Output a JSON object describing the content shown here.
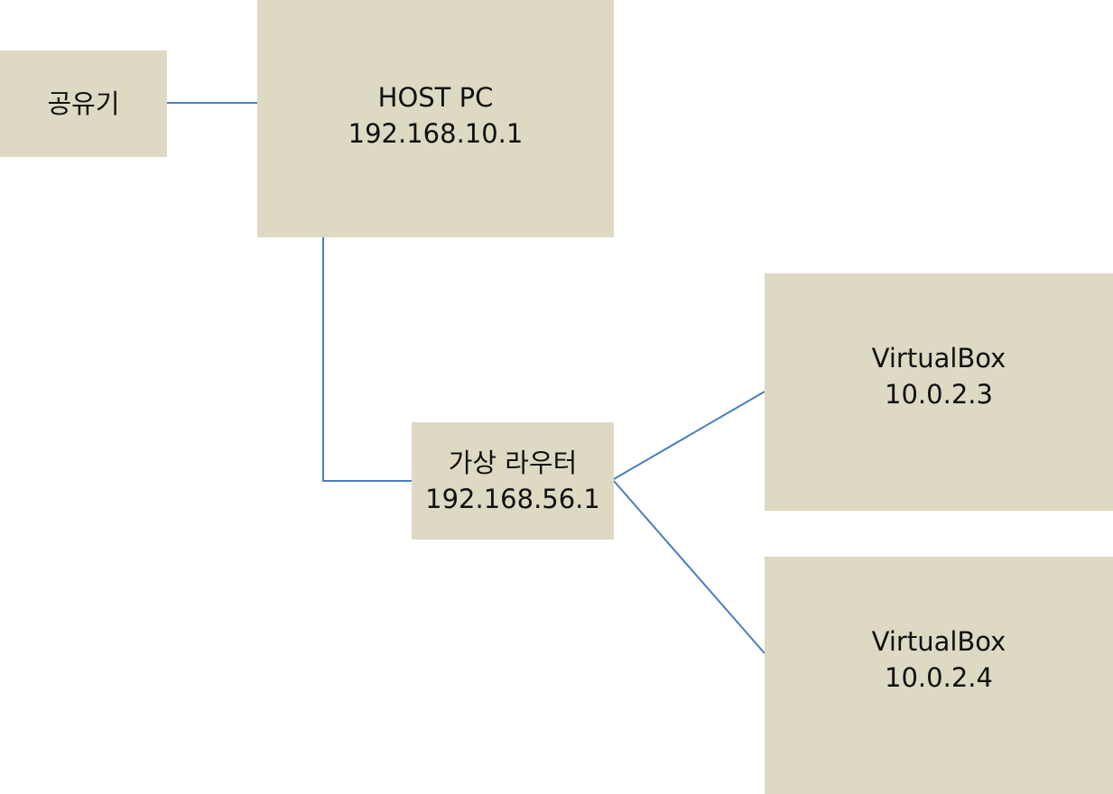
{
  "colors": {
    "node_fill": "#ddd9c3",
    "connector": "#4a7ebb",
    "text": "#111111"
  },
  "nodes": {
    "router_share": {
      "label": "공유기"
    },
    "host_pc": {
      "label": "HOST PC",
      "ip": "192.168.10.1"
    },
    "virtual_router": {
      "label": "가상 라우터",
      "ip": "192.168.56.1"
    },
    "vbox_1": {
      "label": "VirtualBox",
      "ip": "10.0.2.3"
    },
    "vbox_2": {
      "label": "VirtualBox",
      "ip": "10.0.2.4"
    }
  }
}
